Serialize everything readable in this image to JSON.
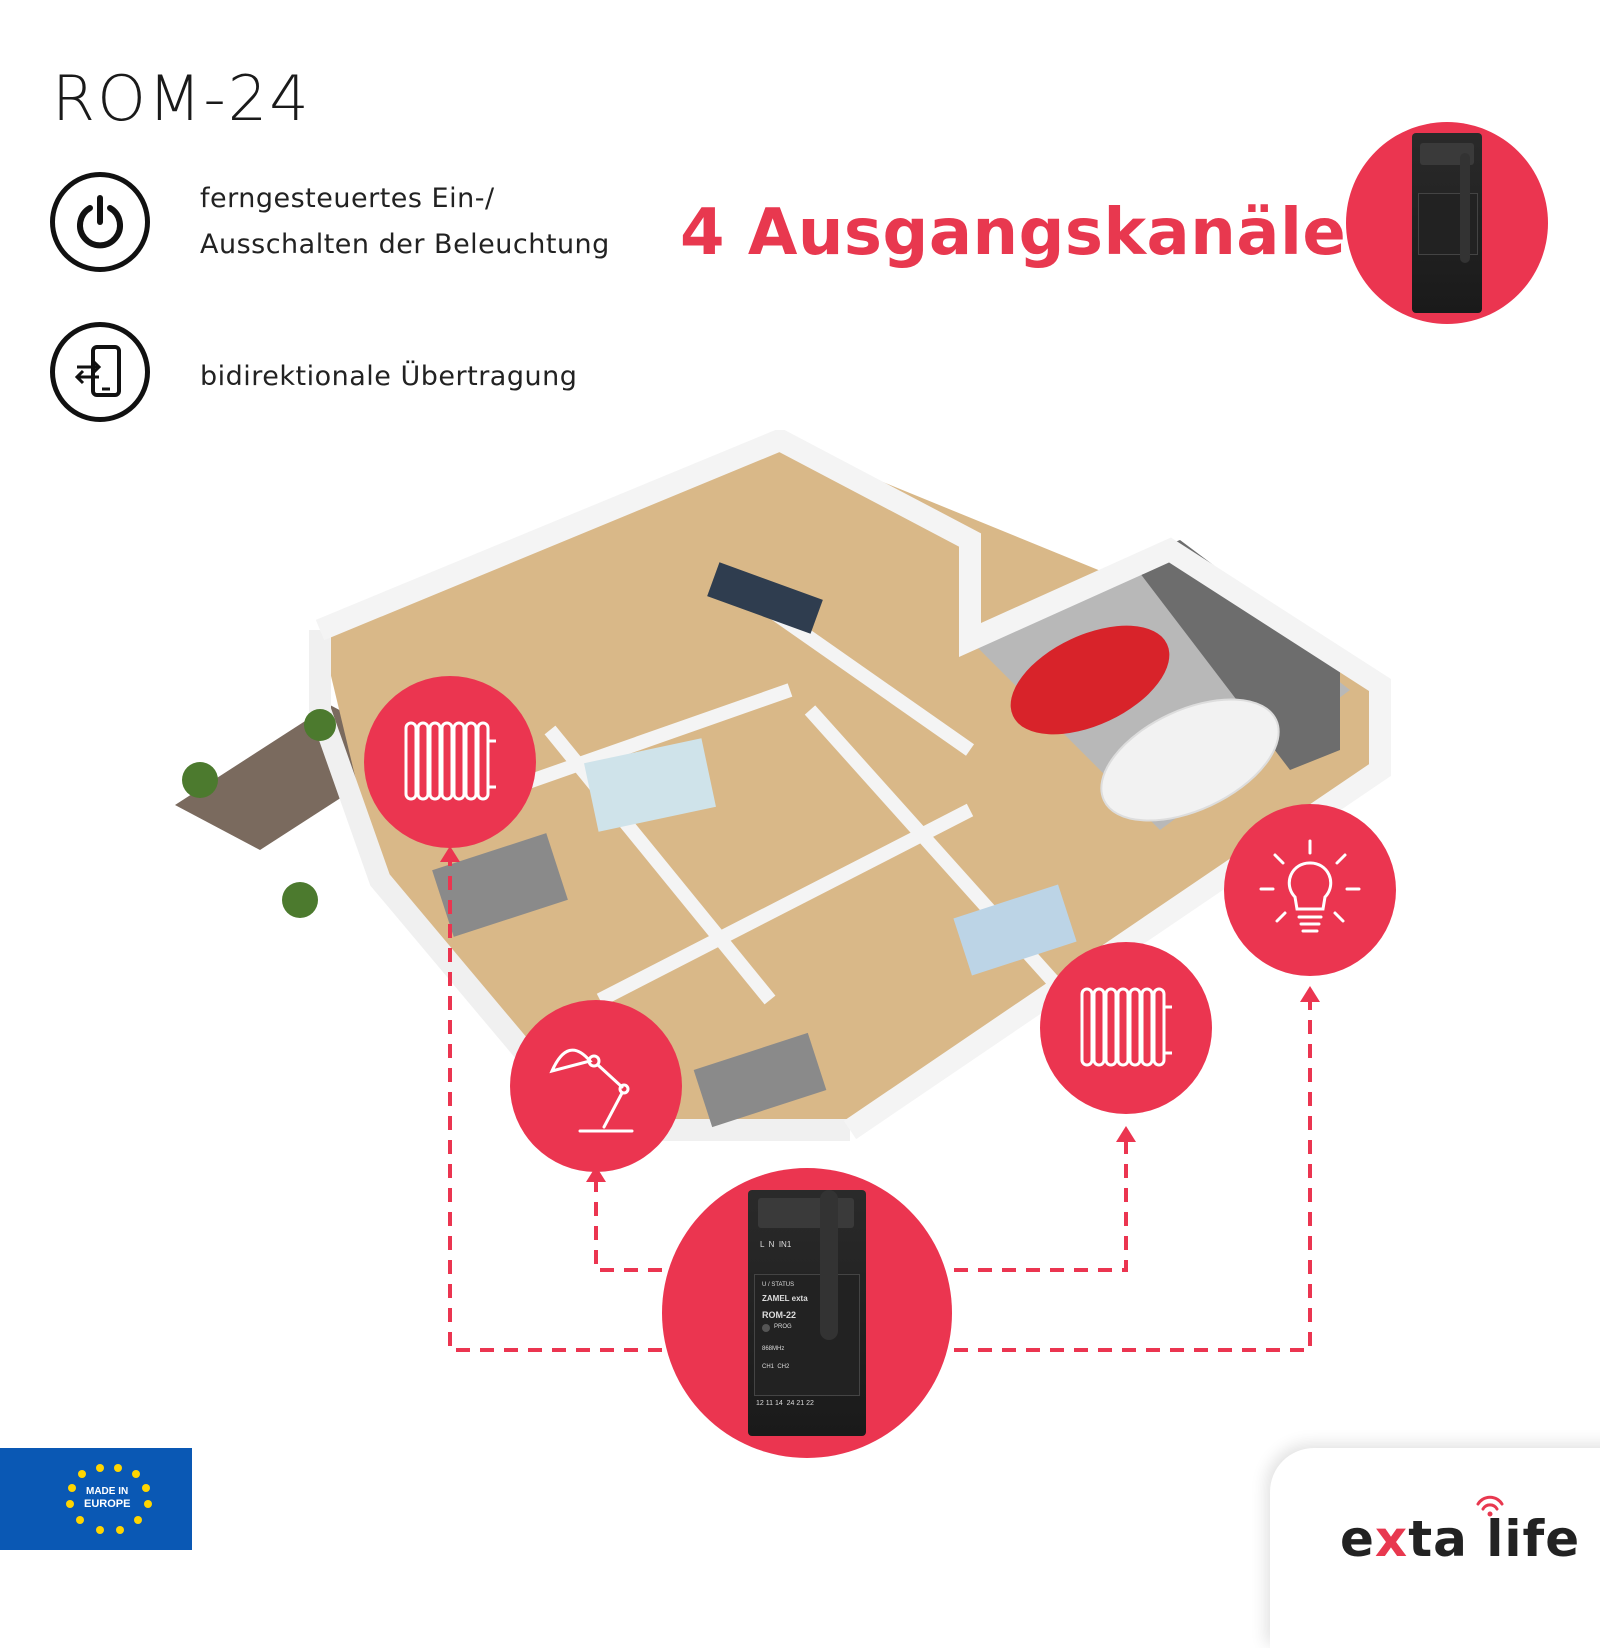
{
  "title": "ROM-24",
  "features": [
    {
      "icon": "power-icon",
      "line1": "ferngesteuertes Ein-/",
      "line2": "Ausschalten der Beleuchtung"
    },
    {
      "icon": "smartphone-transfer-icon",
      "text": "bidirektionale Übertragung"
    }
  ],
  "headline": "4 Ausgangskanäle",
  "device_labels": {
    "terminals_top": "L  N  IN1",
    "status": "U / STATUS",
    "brand": "ZAMEL exta",
    "model": "ROM-22",
    "prog": "PROG",
    "freq": "868MHz",
    "channels": "CH1  CH2",
    "terminals_bottom": "12 11 14  24 21 22"
  },
  "badges": {
    "eu_line1": "MADE IN",
    "eu_line2": "EUROPE"
  },
  "brand": {
    "part1": "e",
    "part2": "x",
    "part3": "ta life"
  },
  "colors": {
    "accent": "#eb3550",
    "eu_blue": "#0a58b4",
    "eu_star": "#ffd500"
  },
  "icons": [
    "radiator-icon",
    "desk-lamp-icon",
    "radiator-icon",
    "light-bulb-icon"
  ]
}
